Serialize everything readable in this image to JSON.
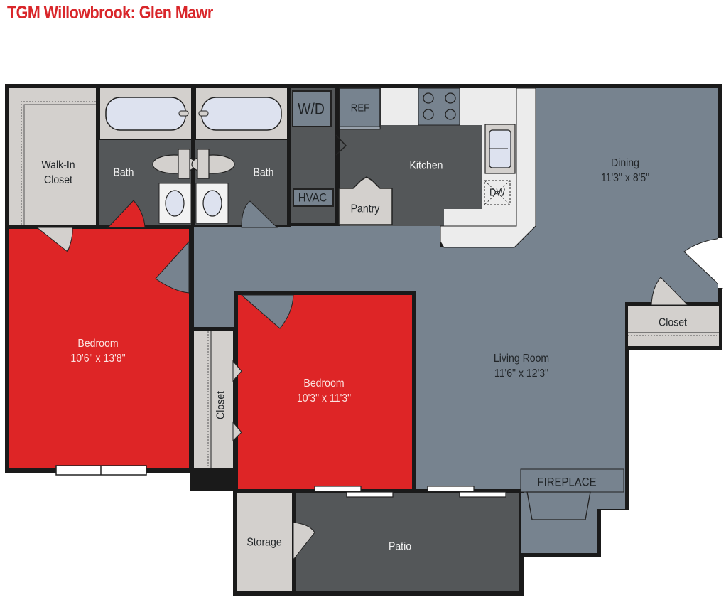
{
  "header": {
    "title": "TGM Willowbrook: Glen Mawr"
  },
  "colors": {
    "title": "#d9262a",
    "bedroom": "#de2526",
    "living": "#77838f",
    "wet_room": "#545759",
    "closet": "#d3d0cd",
    "fixture": "#dde2ef",
    "counter": "#ececec",
    "wall": "#1a1a1a"
  },
  "rooms": {
    "walk_in_closet": {
      "name_line1": "Walk-In",
      "name_line2": "Closet"
    },
    "bath_1": {
      "name": "Bath"
    },
    "bath_2": {
      "name": "Bath"
    },
    "kitchen": {
      "name": "Kitchen"
    },
    "pantry": {
      "name": "Pantry"
    },
    "dining": {
      "name": "Dining",
      "size": "11'3\" x 8'5\""
    },
    "closet_east": {
      "name": "Closet"
    },
    "bedroom_1": {
      "name": "Bedroom",
      "size": "10'6\" x 13'8\""
    },
    "bedroom_2": {
      "name": "Bedroom",
      "size": "10'3\" x 11'3\""
    },
    "closet_hall": {
      "name": "Closet"
    },
    "living_room": {
      "name": "Living Room",
      "size": "11'6\" x 12'3\""
    },
    "storage": {
      "name": "Storage"
    },
    "patio": {
      "name": "Patio"
    }
  },
  "fixtures": {
    "washer_dryer": "W/D",
    "hvac": "HVAC",
    "refrigerator": "REF",
    "dishwasher": "DW",
    "fireplace": "FIREPLACE"
  }
}
